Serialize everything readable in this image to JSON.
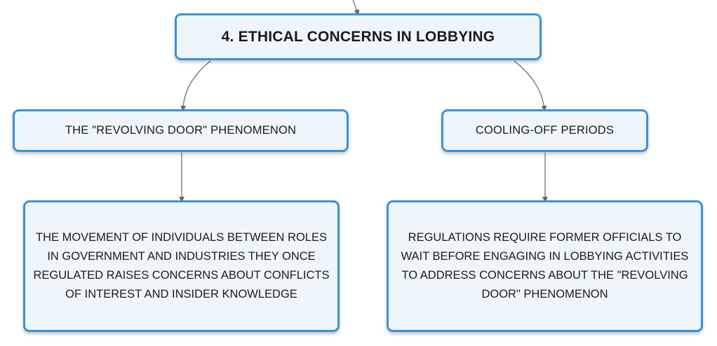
{
  "root": {
    "title": "4. ETHICAL CONCERNS IN LOBBYING"
  },
  "branches": [
    {
      "label": "THE \"REVOLVING DOOR\" PHENOMENON",
      "detail": "THE MOVEMENT OF INDIVIDUALS BETWEEN ROLES IN GOVERNMENT AND INDUSTRIES THEY ONCE REGULATED RAISES CONCERNS ABOUT CONFLICTS OF INTEREST AND INSIDER KNOWLEDGE"
    },
    {
      "label": "COOLING-OFF PERIODS",
      "detail": "REGULATIONS REQUIRE FORMER OFFICIALS TO WAIT BEFORE ENGAGING IN LOBBYING ACTIVITIES TO ADDRESS CONCERNS ABOUT THE \"REVOLVING DOOR\" PHENOMENON"
    }
  ],
  "colors": {
    "node_border": "#3a93d8",
    "node_fill": "#eef6fc",
    "connector": "#666666"
  }
}
